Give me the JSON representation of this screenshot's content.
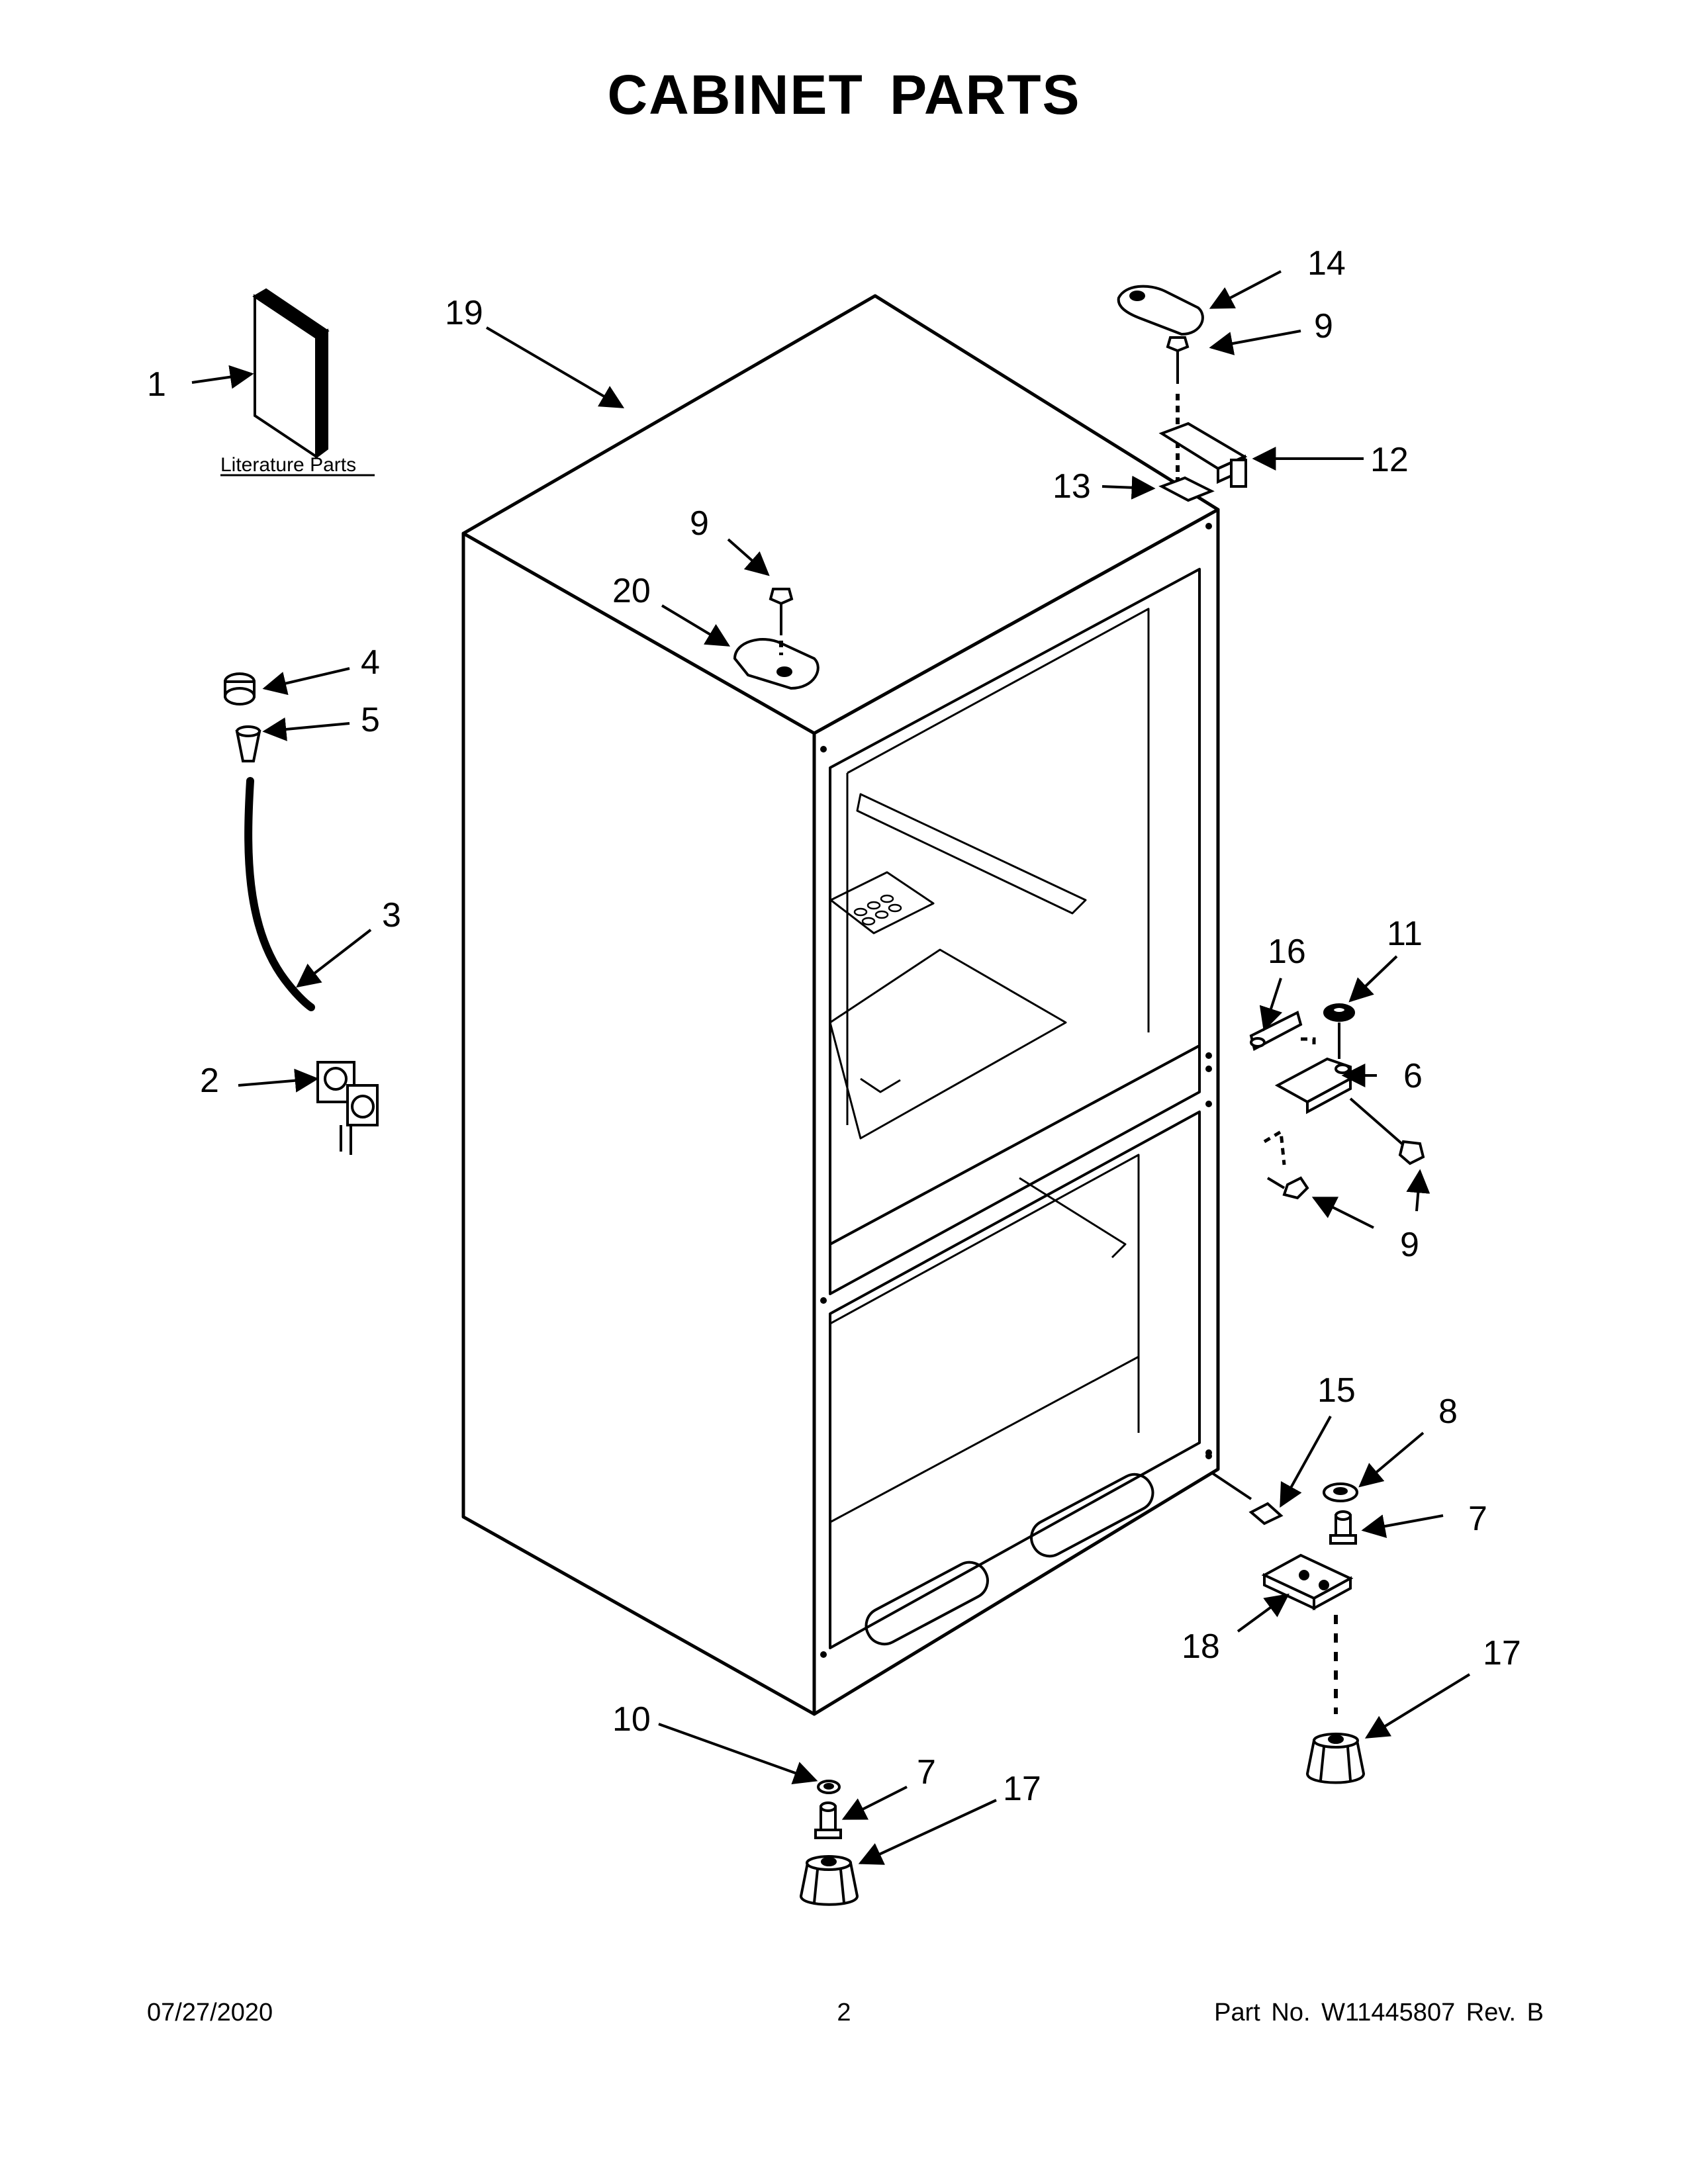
{
  "page": {
    "title": "CABINET PARTS"
  },
  "literature": {
    "label": "Literature Parts"
  },
  "callouts": [
    {
      "id": "c1",
      "label": "1"
    },
    {
      "id": "c2",
      "label": "2"
    },
    {
      "id": "c3",
      "label": "3"
    },
    {
      "id": "c4",
      "label": "4"
    },
    {
      "id": "c5",
      "label": "5"
    },
    {
      "id": "c6",
      "label": "6"
    },
    {
      "id": "c7a",
      "label": "7"
    },
    {
      "id": "c7b",
      "label": "7"
    },
    {
      "id": "c8",
      "label": "8"
    },
    {
      "id": "c9a",
      "label": "9"
    },
    {
      "id": "c9b",
      "label": "9"
    },
    {
      "id": "c9c",
      "label": "9"
    },
    {
      "id": "c10",
      "label": "10"
    },
    {
      "id": "c11",
      "label": "11"
    },
    {
      "id": "c12",
      "label": "12"
    },
    {
      "id": "c13",
      "label": "13"
    },
    {
      "id": "c14",
      "label": "14"
    },
    {
      "id": "c15",
      "label": "15"
    },
    {
      "id": "c16",
      "label": "16"
    },
    {
      "id": "c17a",
      "label": "17"
    },
    {
      "id": "c17b",
      "label": "17"
    },
    {
      "id": "c18",
      "label": "18"
    },
    {
      "id": "c19",
      "label": "19"
    },
    {
      "id": "c20",
      "label": "20"
    }
  ],
  "footer": {
    "date": "07/27/2020",
    "page_number": "2",
    "part_number": "Part No.  W11445807  Rev.  B"
  }
}
